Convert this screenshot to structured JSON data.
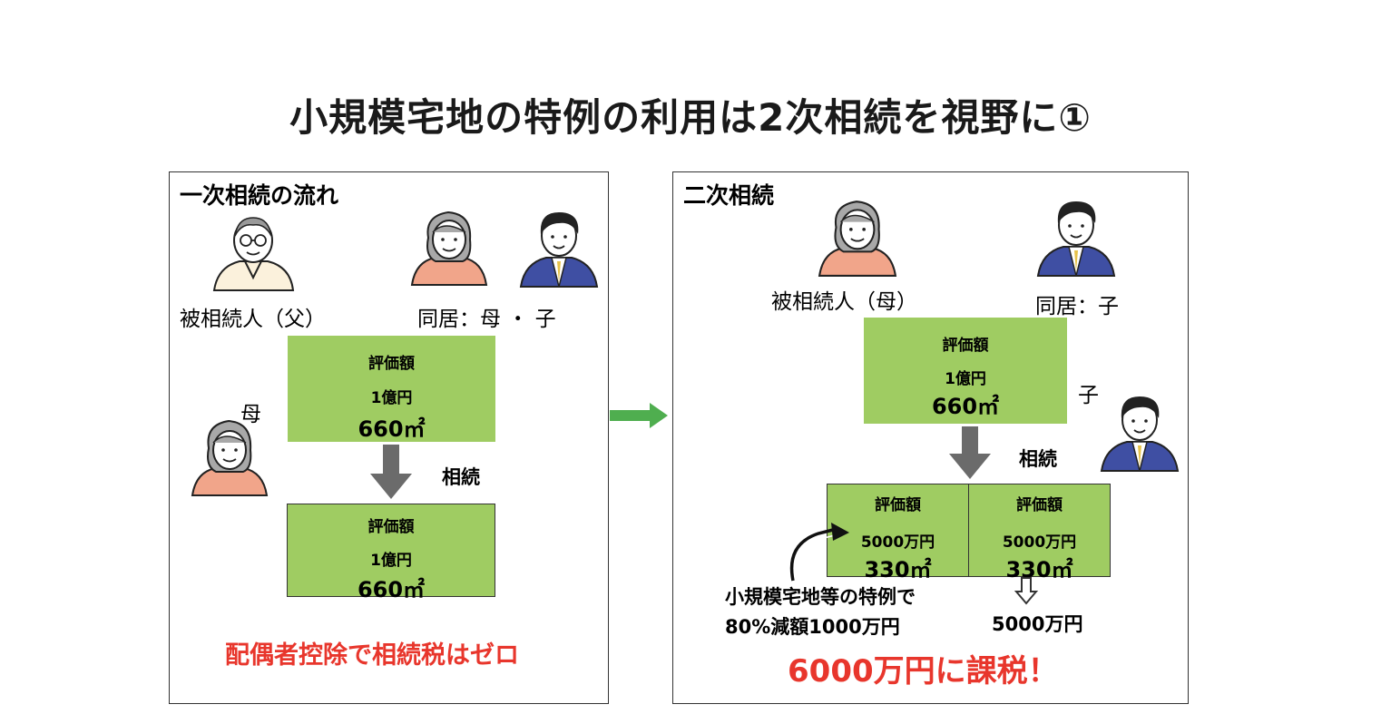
{
  "title": "小規模宅地の特例の利用は2次相続を視野に①",
  "left": {
    "heading": "一次相続の流れ",
    "father_label": "被相続人（父）",
    "cohabit_label": "同居：母 ・ 子",
    "mother_label": "母",
    "box_top": {
      "line1": "評価額",
      "line2": "1億円",
      "line3": "660㎡"
    },
    "arrow_label": "相続",
    "box_bottom": {
      "line1": "評価額",
      "line2": "1億円",
      "line3": "660㎡"
    },
    "result": "配偶者控除で相続税はゼロ"
  },
  "right": {
    "heading": "二次相続",
    "mother_label": "被相続人（母）",
    "cohabit_label": "同居：子",
    "child_label": "子",
    "box_top": {
      "line1": "評価額",
      "line2": "1億円",
      "line3": "660㎡"
    },
    "arrow_label": "相続",
    "box_left": {
      "line1": "評価額",
      "line2": "5000万円",
      "line3": "330㎡"
    },
    "box_right": {
      "line1": "評価額",
      "line2": "5000万円",
      "line3": "330㎡"
    },
    "note_line1": "小規模宅地等の特例で",
    "note_line2": "80%減額1000万円",
    "right_value": "5000万円",
    "result": "6000万円に課税！"
  },
  "colors": {
    "box_green": "#9fcc62",
    "arrow_gray": "#6b6b6b",
    "arrow_green": "#4fae4f",
    "result_red": "#e8362c"
  }
}
